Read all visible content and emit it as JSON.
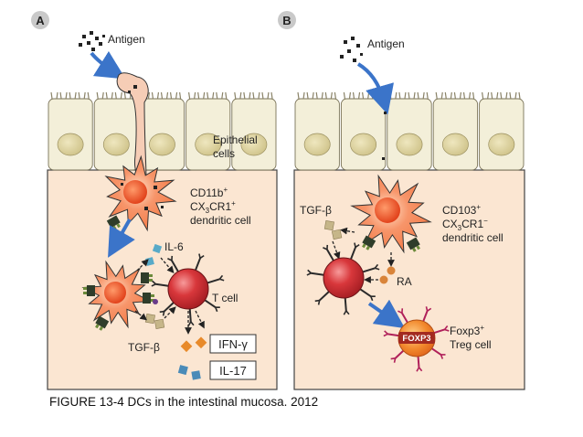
{
  "panel_a": {
    "letter": "A",
    "antigen": "Antigen",
    "epithelial_line1": "Epithelial",
    "epithelial_line2": "cells",
    "dc_line1": "CD11b",
    "dc_line1_sup": "+",
    "dc_line2_a": "CX",
    "dc_line2_sub": "3",
    "dc_line2_b": "CR1",
    "dc_line2_sup": "+",
    "dc_line3": "dendritic cell",
    "il6": "IL-6",
    "tcell": "T cell",
    "tgfb": "TGF-β",
    "ifng": "IFN-γ",
    "il17": "IL-17"
  },
  "panel_b": {
    "letter": "B",
    "antigen": "Antigen",
    "tgfb": "TGF-β",
    "dc_line1": "CD103",
    "dc_line1_sup": "+",
    "dc_line2_a": "CX",
    "dc_line2_sub": "3",
    "dc_line2_b": "CR1",
    "dc_line2_sup": "−",
    "dc_line3": "dendritic cell",
    "ra": "RA",
    "foxp3": "FOXP3",
    "treg_line1": "Foxp3",
    "treg_line1_sup": "+",
    "treg_line2": "Treg cell"
  },
  "caption": "FIGURE 13-4 DCs in the intestinal mucosa. 2012",
  "colors": {
    "lamina": "#fbe6d2",
    "epithelium": "#f3efd9",
    "nucleus": "#d9cf9a",
    "dc": "#f57f4a",
    "tcell": "#c8262b",
    "arrow": "#3b74c9",
    "receptor": "#2f3d2a"
  }
}
